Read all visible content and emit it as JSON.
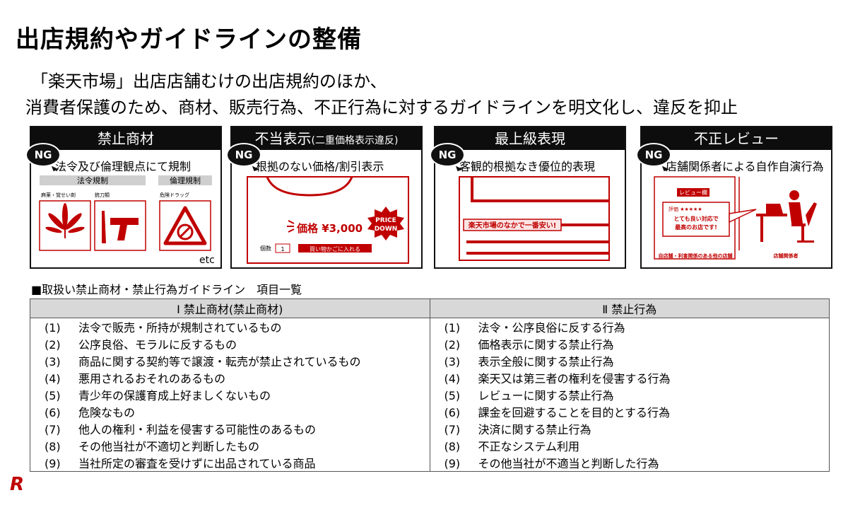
{
  "title": "出店規約やガイドラインの整備",
  "subtitle_line1": "「楽天市場」出店店舗むけの出店規約のほか、",
  "subtitle_line2": "消費者保護のため、商材、販売行為、不正行為に対するガイドラインを明文化し、違反を抑止",
  "ng_label": "NG",
  "panels": [
    {
      "title": "禁止商材",
      "title_small": "",
      "desc": "法令及び倫理観点にて規制",
      "tag_law": "法令規制",
      "tag_ethics": "倫理規制",
      "cap_drugs": "麻薬・覚せい剤",
      "cap_blades": "銃刀類",
      "cap_danger": "危険ドラッグ",
      "etc": "etc"
    },
    {
      "title": "不当表示",
      "title_small": "(二重価格表示違反)",
      "desc": "根拠のない価格/割引表示",
      "price": "価格 ¥3,000",
      "qty_label": "個数",
      "qty_value": "1",
      "cart": "買い物かごに入れる",
      "badge1": "PRICE",
      "badge2": "DOWN"
    },
    {
      "title": "最上級表現",
      "title_small": "",
      "desc": "客観的根拠なき優位的表現",
      "banner": "楽天市場のなかで一番安い!"
    },
    {
      "title": "不正レビュー",
      "title_small": "",
      "desc": "店舗関係者による自作自演行為",
      "review_head": "レビュー欄",
      "review_stars": "評価 ★★★★★",
      "review_text1": "とても良い対応で",
      "review_text2": "最高のお店です!",
      "cap_left": "自店舗・利害関係のある他の店舗",
      "cap_right": "店舗関係者"
    }
  ],
  "list_title": "■取扱い禁止商材・禁止行為ガイドライン　項目一覧",
  "table": {
    "headers": [
      "Ⅰ 禁止商材(禁止商材)",
      "Ⅱ 禁止行為"
    ],
    "left": [
      {
        "n": "(1)",
        "t": "法令で販売・所持が規制されているもの"
      },
      {
        "n": "(2)",
        "t": "公序良俗、モラルに反するもの"
      },
      {
        "n": "(3)",
        "t": "商品に関する契約等で譲渡・転売が禁止されているもの"
      },
      {
        "n": "(4)",
        "t": "悪用されるおそれのあるもの"
      },
      {
        "n": "(5)",
        "t": "青少年の保護育成上好ましくないもの"
      },
      {
        "n": "(6)",
        "t": "危険なもの"
      },
      {
        "n": "(7)",
        "t": "他人の権利・利益を侵害する可能性のあるもの"
      },
      {
        "n": "(8)",
        "t": "その他当社が不適切と判断したもの"
      },
      {
        "n": "(9)",
        "t": "当社所定の審査を受けずに出品されている商品"
      }
    ],
    "right": [
      {
        "n": "(1)",
        "t": "法令・公序良俗に反する行為"
      },
      {
        "n": "(2)",
        "t": "価格表示に関する禁止行為"
      },
      {
        "n": "(3)",
        "t": "表示全般に関する禁止行為"
      },
      {
        "n": "(4)",
        "t": "楽天又は第三者の権利を侵害する行為"
      },
      {
        "n": "(5)",
        "t": "レビューに関する禁止行為"
      },
      {
        "n": "(6)",
        "t": "課金を回避することを目的とする行為"
      },
      {
        "n": "(7)",
        "t": "決済に関する禁止行為"
      },
      {
        "n": "(8)",
        "t": "不正なシステム利用"
      },
      {
        "n": "(9)",
        "t": "その他当社が不適当と判断した行為"
      }
    ]
  },
  "logo": "R",
  "colors": {
    "accent": "#c00000",
    "header": "#0d0d0d",
    "table_head": "#d8d8d8"
  }
}
